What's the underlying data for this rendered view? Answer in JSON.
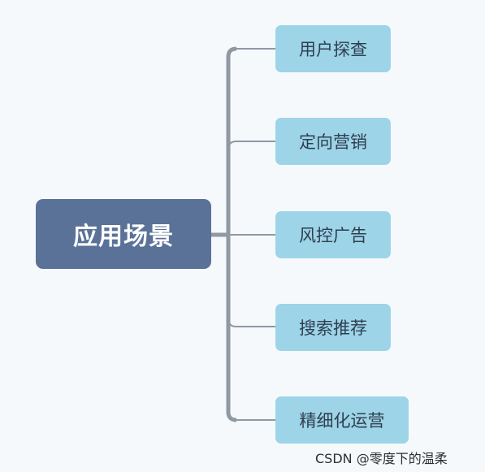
{
  "diagram": {
    "root_label": "应用场景",
    "children": [
      {
        "label": "用户探查"
      },
      {
        "label": "定向营销"
      },
      {
        "label": "风控广告"
      },
      {
        "label": "搜索推荐"
      },
      {
        "label": "精细化运营"
      }
    ]
  },
  "colors": {
    "root_fill": "#5a7198",
    "child_fill": "#9dd4e8",
    "connector": "#8f98a3",
    "background": "#f6f9fc"
  },
  "watermark": {
    "text": "CSDN @零度下的温柔"
  }
}
